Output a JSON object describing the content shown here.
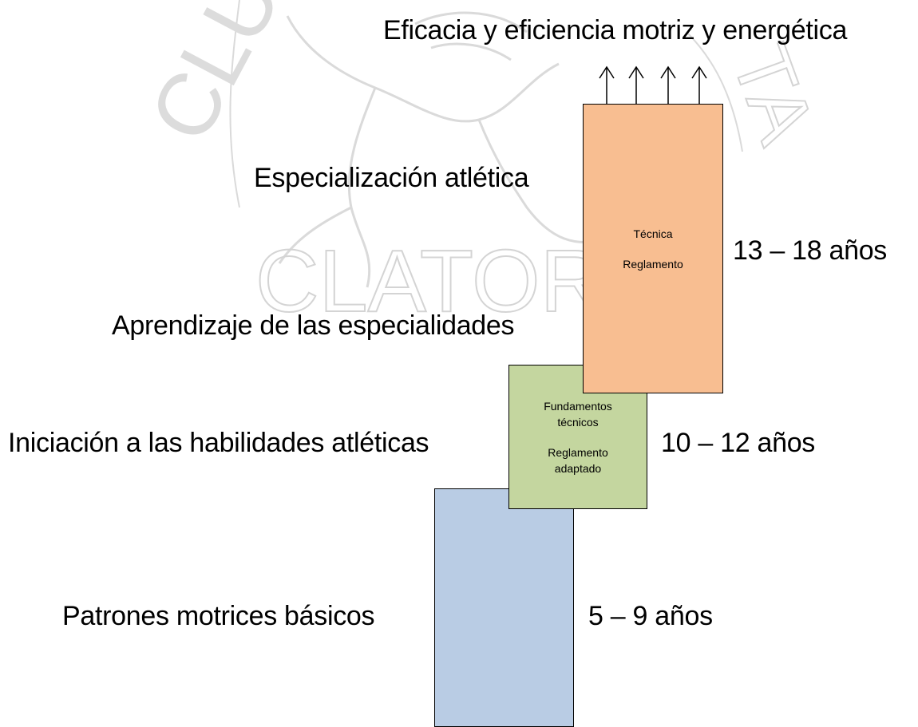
{
  "watermark": {
    "top_letters": "CLUB",
    "bottom_text": "CLATOR",
    "right_letters": "TA"
  },
  "goal": "Eficacia y eficiencia motriz y energética",
  "stages": [
    {
      "label": "Especialización atlética",
      "sub_label": "Aprendizaje de las especialidades",
      "block_lines": [
        "Técnica",
        "Reglamento"
      ],
      "age": "13 – 18 años",
      "color": "#F8BE91"
    },
    {
      "label": "Iniciación a las habilidades atléticas",
      "block_lines": [
        "Fundamentos",
        "técnicos",
        "Reglamento",
        "adaptado"
      ],
      "age": "10 – 12 años",
      "color": "#C4D69F"
    },
    {
      "label": "Patrones motrices básicos",
      "block_lines": [],
      "age": "5 – 9 años",
      "color": "#B9CCE4"
    }
  ],
  "colors": {
    "watermark": "#D9D9D9",
    "outline": "#000000"
  }
}
